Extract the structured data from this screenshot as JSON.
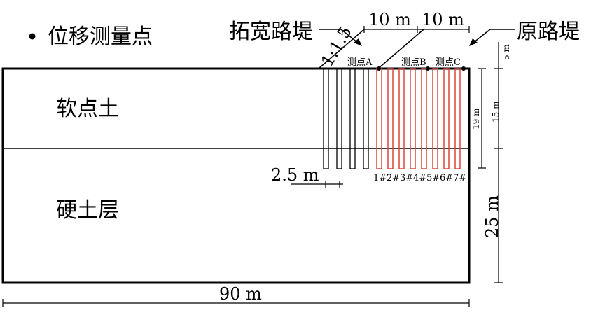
{
  "legend": {
    "text": "位移测量点"
  },
  "labels": {
    "widened": "拓宽路堤",
    "original": "原路堤",
    "slope": "1:1.5",
    "soft_soil": "软点土",
    "hard_soil": "硬土层",
    "point_a": "测点A",
    "point_b": "测点B",
    "point_c": "测点C"
  },
  "dimensions": {
    "widen_width": "10 m",
    "orig_width": "10 m",
    "embank_height": "5 m",
    "soft_depth": "15 m",
    "pile_length": "19 m",
    "hard_depth": "25 m",
    "pile_spacing": "2.5 m",
    "total_width": "90 m"
  },
  "piles": {
    "labels": [
      "1#",
      "2#",
      "3#",
      "4#",
      "5#",
      "6#",
      "7#"
    ]
  },
  "colors": {
    "red_pile": "#d9473b",
    "line": "#000000"
  }
}
